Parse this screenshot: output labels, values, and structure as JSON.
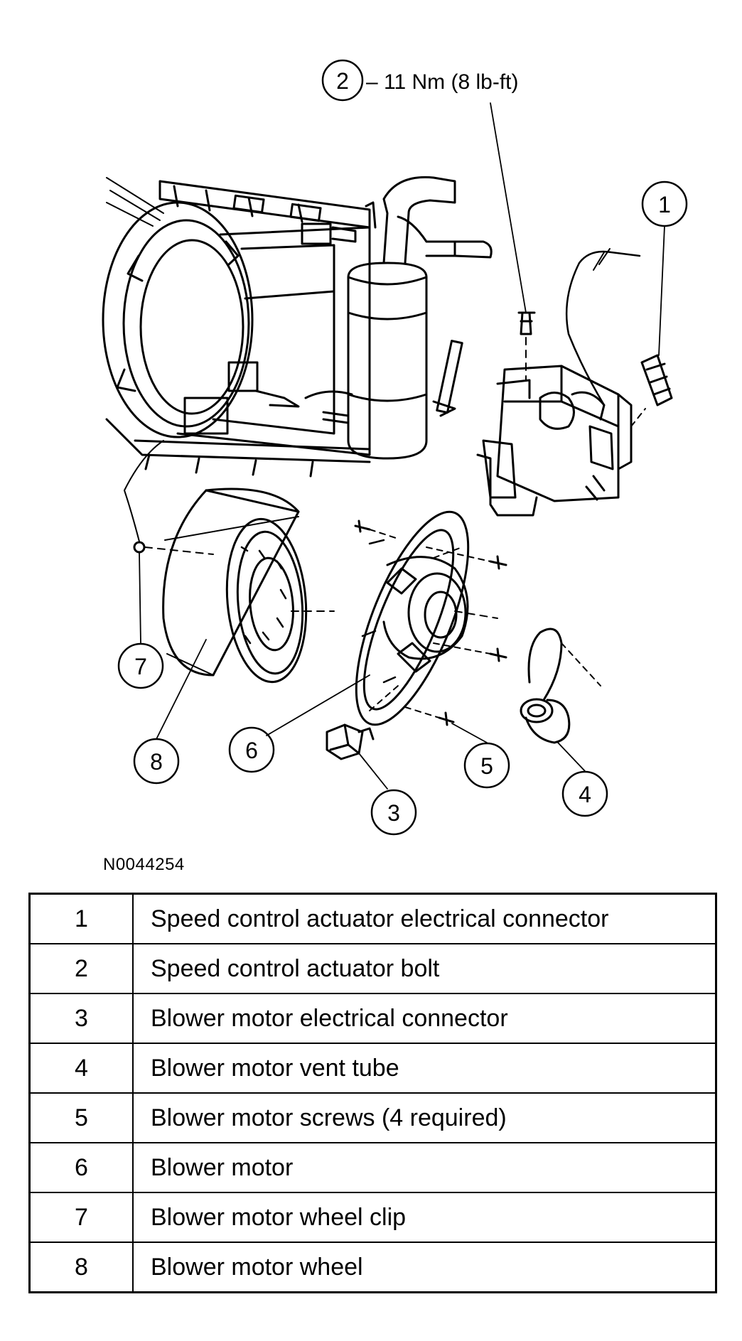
{
  "torque_callout": {
    "number": "2",
    "text": "– 11 Nm (8 lb-ft)"
  },
  "callouts": [
    "1",
    "3",
    "4",
    "5",
    "6",
    "7",
    "8"
  ],
  "figure_id": "N0044254",
  "legend": [
    {
      "num": "1",
      "desc": "Speed control actuator electrical connector"
    },
    {
      "num": "2",
      "desc": "Speed control actuator bolt"
    },
    {
      "num": "3",
      "desc": "Blower motor electrical connector"
    },
    {
      "num": "4",
      "desc": "Blower motor vent tube"
    },
    {
      "num": "5",
      "desc": "Blower motor screws (4 required)"
    },
    {
      "num": "6",
      "desc": "Blower motor"
    },
    {
      "num": "7",
      "desc": "Blower motor wheel clip"
    },
    {
      "num": "8",
      "desc": "Blower motor wheel"
    }
  ]
}
